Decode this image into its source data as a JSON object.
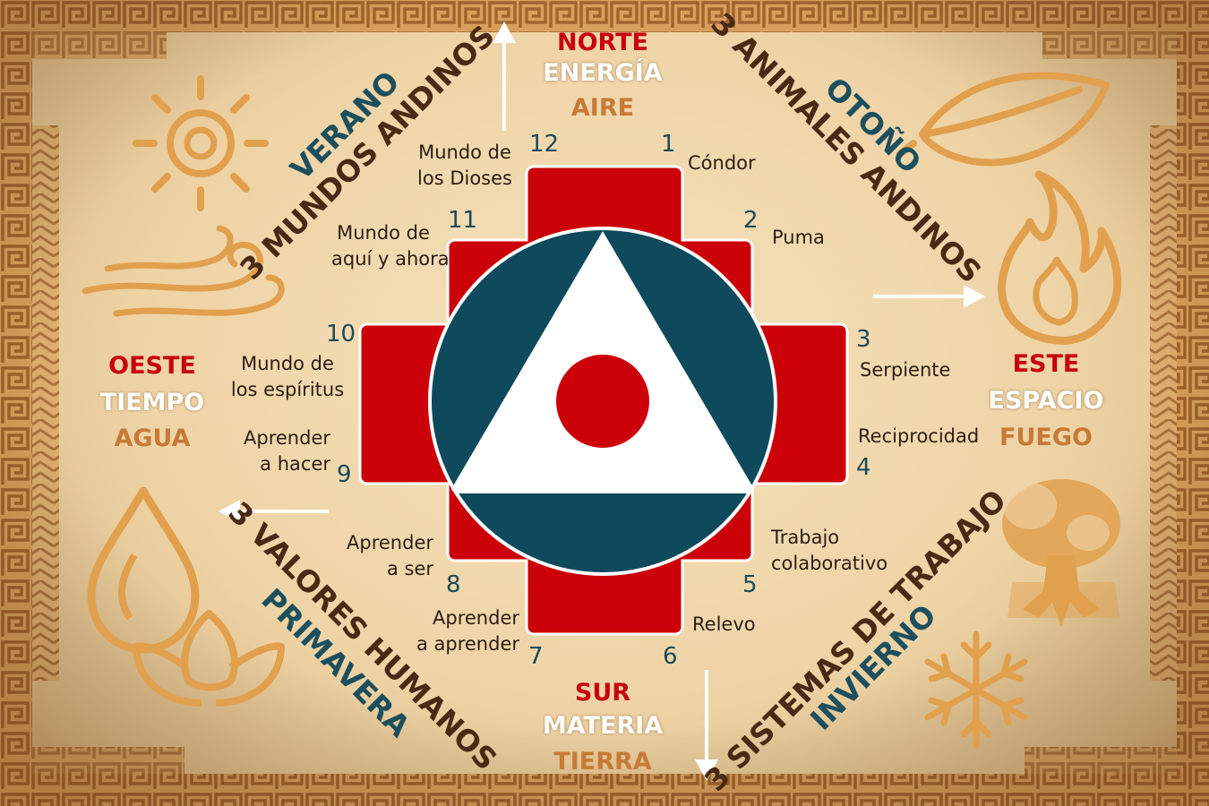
{
  "directions": {
    "north": {
      "heading": "NORTE",
      "concept": "ENERGÍA",
      "element": "AIRE"
    },
    "south": {
      "heading": "SUR",
      "concept": "MATERIA",
      "element": "TIERRA"
    },
    "east": {
      "heading": "ESTE",
      "concept": "ESPACIO",
      "element": "FUEGO"
    },
    "west": {
      "heading": "OESTE",
      "concept": "TIEMPO",
      "element": "AGUA"
    }
  },
  "quadrants": {
    "northwest": {
      "season": "VERANO",
      "group": "3 MUNDOS ANDINOS"
    },
    "northeast": {
      "season": "OTOÑO",
      "group": "3 ANIMALES ANDINOS"
    },
    "southwest": {
      "season": "PRIMAVERA",
      "group": "3 VALORES HUMANOS"
    },
    "southeast": {
      "season": "INVIERNO",
      "group": "3 SISTEMAS DE TRABAJO"
    }
  },
  "points": [
    {
      "number": "1",
      "label": "Cóndor"
    },
    {
      "number": "2",
      "label": "Puma"
    },
    {
      "number": "3",
      "label": "Serpiente"
    },
    {
      "number": "4",
      "label": "Reciprocidad"
    },
    {
      "number": "5",
      "label": "Trabajo\ncolaborativo"
    },
    {
      "number": "6",
      "label": "Relevo"
    },
    {
      "number": "7",
      "label": "Aprender\na aprender"
    },
    {
      "number": "8",
      "label": "Aprender\na ser"
    },
    {
      "number": "9",
      "label": "Aprender\na hacer"
    },
    {
      "number": "10",
      "label": "Mundo de\nlos espíritus"
    },
    {
      "number": "11",
      "label": "Mundo de\naquí y ahora"
    },
    {
      "number": "12",
      "label": "Mundo de\nlos Dioses"
    }
  ],
  "icons": [
    "sun-icon",
    "wind-icon",
    "water-drop-icon",
    "lotus-icon",
    "leaf-icon",
    "flame-icon",
    "tree-icon",
    "snowflake-icon",
    "arrow-up-icon",
    "arrow-right-icon",
    "arrow-down-icon",
    "arrow-left-icon"
  ],
  "colors": {
    "chakana_red": "#cc0008",
    "circle_teal": "#0e4a5c",
    "triangle_white": "#ffffff",
    "icon_orange": "#e1a04e",
    "border_brown": "#b27438",
    "heading_red": "#c8000a",
    "element_orange": "#c77a35",
    "season_teal": "#1d4f5e",
    "group_brown": "#4a2a14"
  }
}
